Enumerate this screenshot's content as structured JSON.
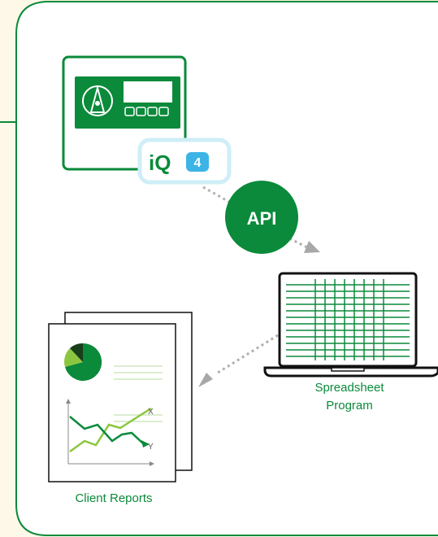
{
  "badges": {
    "api": "API",
    "iq_brand": "iQ",
    "iq_version": "4"
  },
  "labels": {
    "spreadsheet_line1": "Spreadsheet",
    "spreadsheet_line2": "Program",
    "client_reports": "Client Reports"
  },
  "report_chart": {
    "x_axis_letter": "X",
    "y_axis_letter": "Y"
  },
  "colors": {
    "brand_green": "#0a8a3a",
    "light_green": "#8cc63f",
    "background": "#fdf8e8"
  }
}
